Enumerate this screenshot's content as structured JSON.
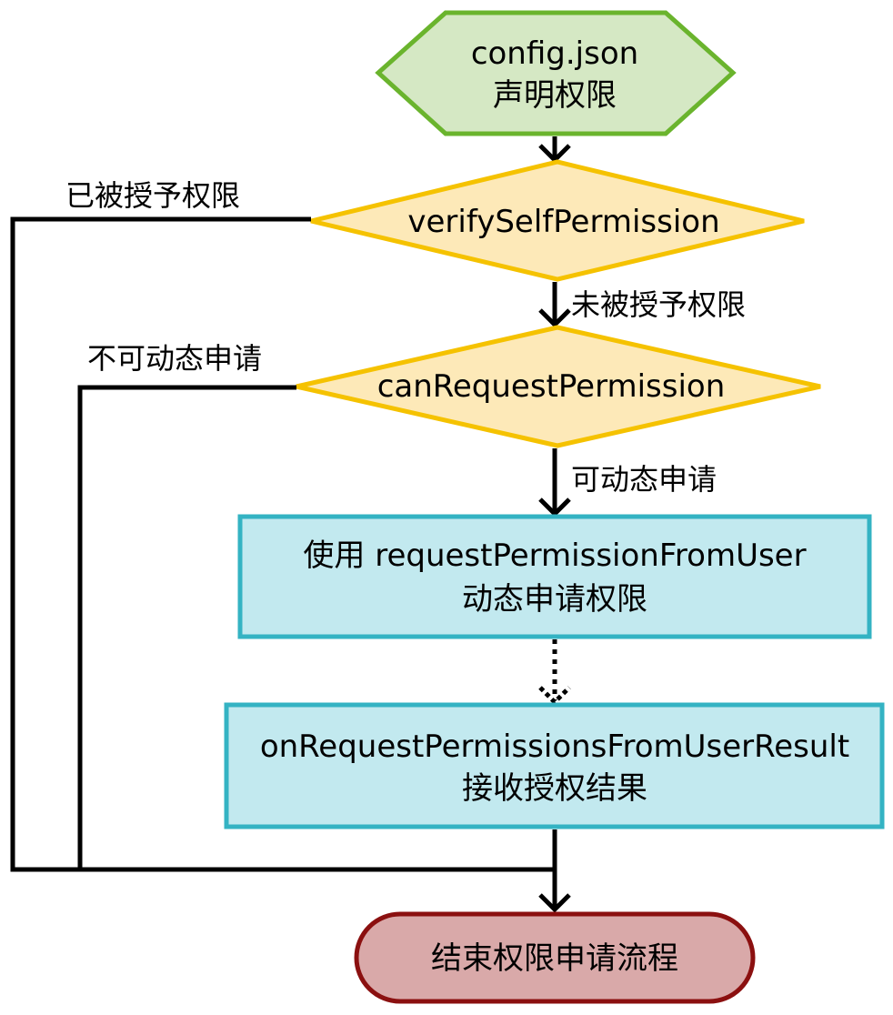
{
  "nodes": {
    "start": {
      "line1": "config.json",
      "line2": "声明权限"
    },
    "verify": {
      "label": "verifySelfPermission"
    },
    "can_request": {
      "label": "canRequestPermission"
    },
    "request": {
      "line1": "使用 requestPermissionFromUser",
      "line2": "动态申请权限"
    },
    "result": {
      "line1": "onRequestPermissionsFromUserResult",
      "line2": "接收授权结果"
    },
    "end": {
      "label": "结束权限申请流程"
    }
  },
  "edges": {
    "granted": "已被授予权限",
    "not_granted": "未被授予权限",
    "cannot_request": "不可动态申请",
    "can_request": "可动态申请"
  },
  "colors": {
    "start_fill": "#d5e8c4",
    "start_stroke": "#6ab42d",
    "decision_fill": "#fde9b8",
    "decision_stroke": "#f5c200",
    "process_fill": "#c2e9ef",
    "process_stroke": "#34b3c3",
    "end_fill": "#d9a9a9",
    "end_stroke": "#8b1010"
  }
}
